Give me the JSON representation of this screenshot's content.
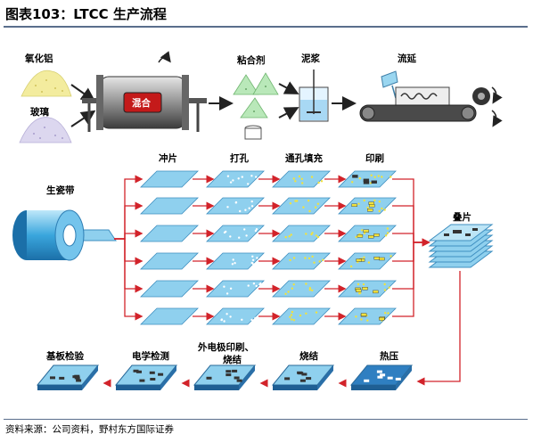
{
  "figure": {
    "title": "图表103：LTCC 生产流程",
    "source": "资料来源：公司资料，野村东方国际证券"
  },
  "top_process": {
    "alumina": "氧化铝",
    "glass": "玻璃",
    "mixing_label": "混合",
    "binder": "粘合剂",
    "slurry": "泥浆",
    "casting": "流延"
  },
  "main_process": {
    "green_tape": "生瓷带",
    "punching": "冲片",
    "via_drilling": "打孔",
    "via_filling": "通孔填充",
    "printing": "印刷",
    "stacking": "叠片"
  },
  "bottom_process": {
    "lamination": "热压",
    "sintering": "烧结",
    "external_printing_line1": "外电极印刷、",
    "external_printing_line2": "烧结",
    "electrical_test": "电学检测",
    "substrate_inspection": "基板检验"
  },
  "colors": {
    "arrow_red": "#d2232a",
    "sheet_blue": "#8fd0ee",
    "sheet_edge": "#3f8fc0",
    "paste_yellow": "#f2e23c",
    "rule": "#5a6e8c"
  }
}
